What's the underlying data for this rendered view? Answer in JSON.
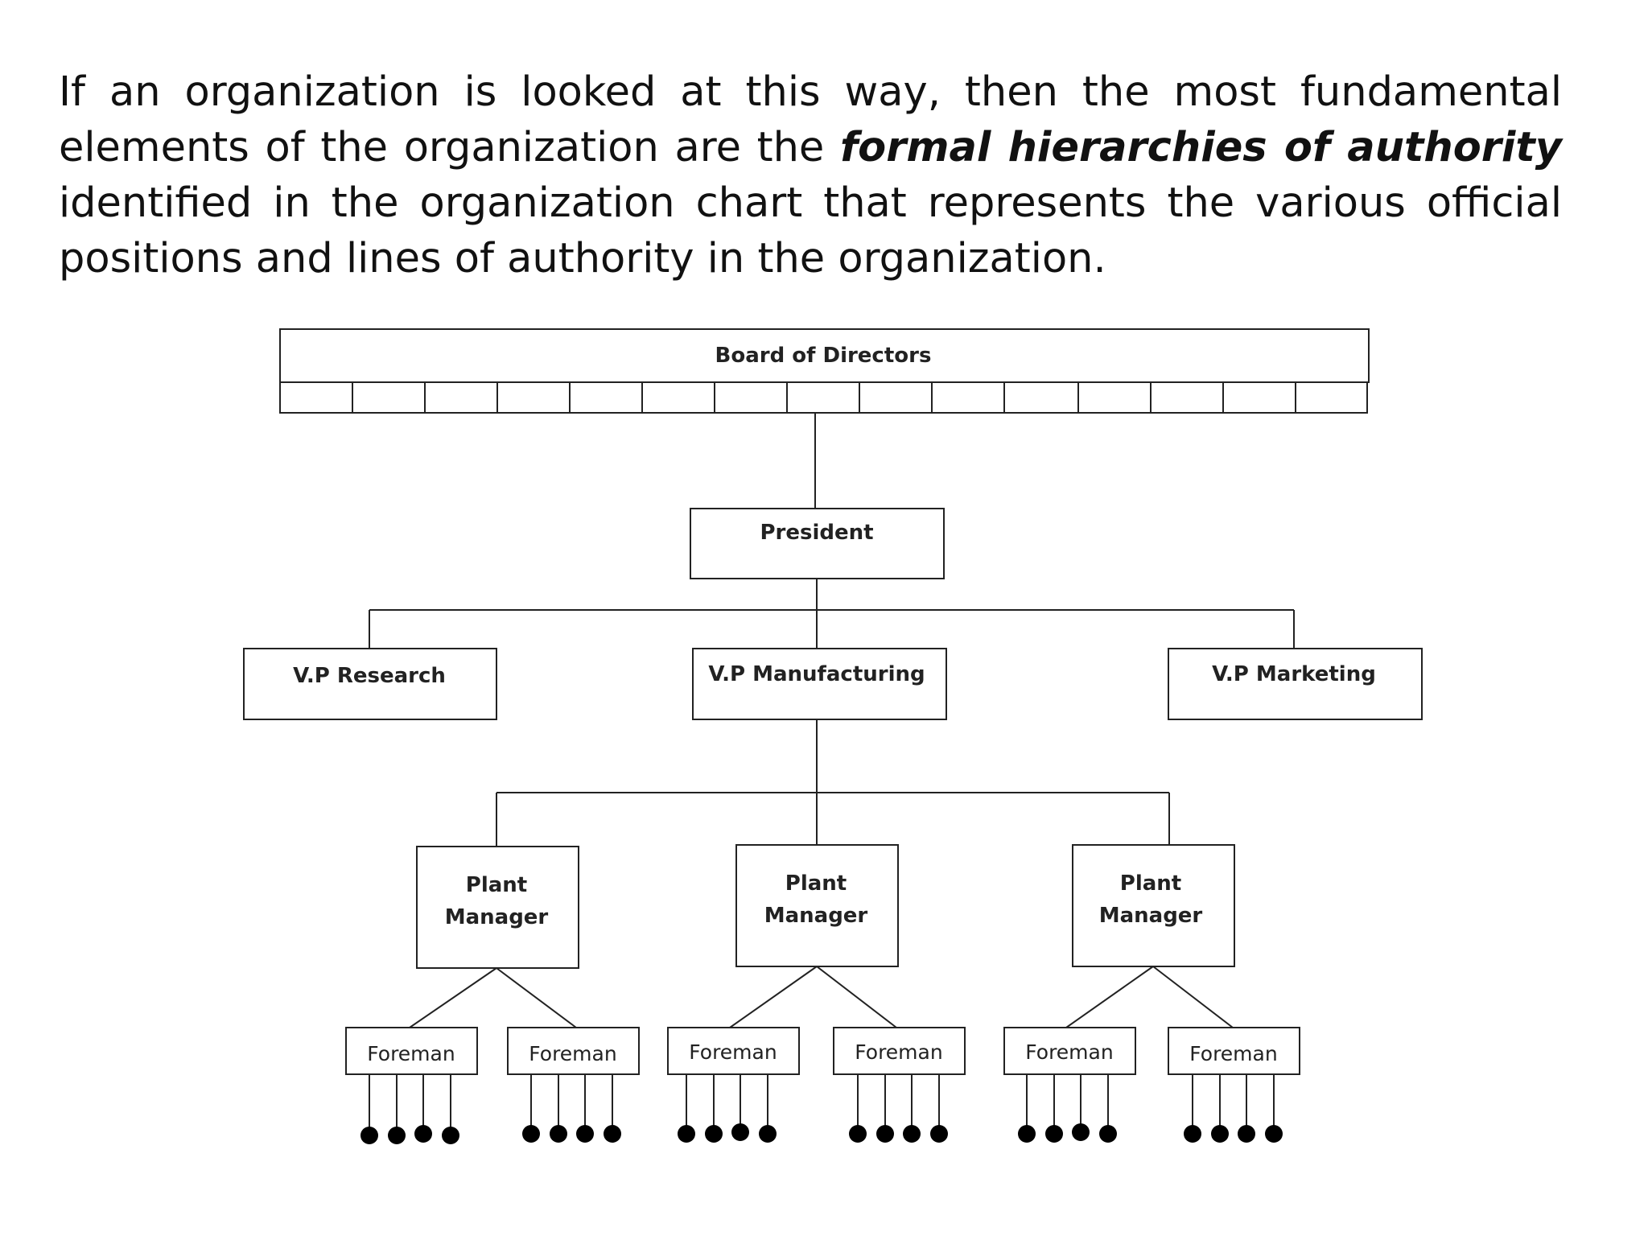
{
  "paragraph": {
    "before": "If an organization is looked at this way, then the most fundamental elements of the organization are the ",
    "emphasis": "formal hierarchies of authority",
    "after": " identified in the organization chart that represents the various official positions and lines of authority in the organization."
  },
  "org_chart": {
    "board": "Board of Directors",
    "president": "President",
    "vps": [
      "V.P Research",
      "V.P Manufacturing",
      "V.P Marketing"
    ],
    "plant_managers": [
      {
        "line1": "Plant",
        "line2": "Manager"
      },
      {
        "line1": "Plant",
        "line2": "Manager"
      },
      {
        "line1": "Plant",
        "line2": "Manager"
      }
    ],
    "foremen": [
      "Foreman",
      "Foreman",
      "Foreman",
      "Foreman",
      "Foreman",
      "Foreman"
    ]
  },
  "colors": {
    "line": "#222222",
    "text": "#111111"
  }
}
